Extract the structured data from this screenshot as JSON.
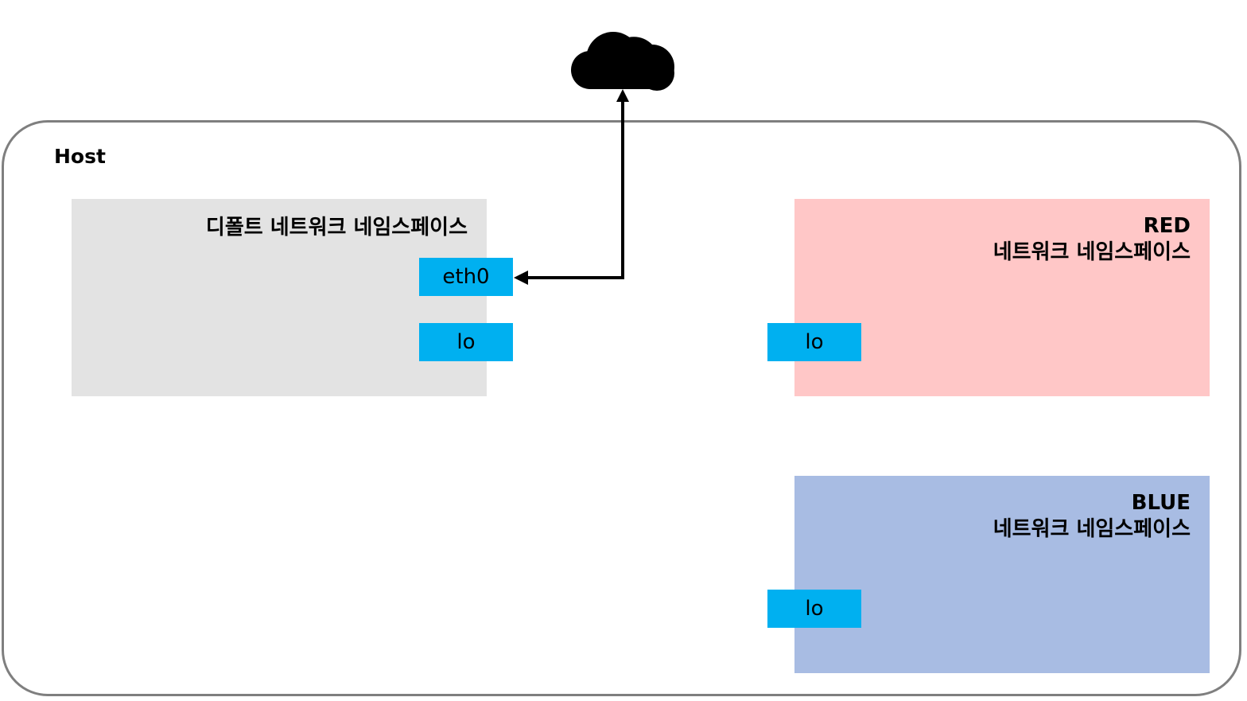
{
  "host": {
    "label": "Host"
  },
  "namespaces": {
    "default": {
      "title": "디폴트 네트워크 네임스페이스",
      "color": "#e3e3e3",
      "interfaces": [
        "eth0",
        "lo"
      ]
    },
    "red": {
      "title_line1": "RED",
      "title_line2": "네트워크 네임스페이스",
      "color": "#ffc7c7",
      "interfaces": [
        "lo"
      ]
    },
    "blue": {
      "title_line1": "BLUE",
      "title_line2": "네트워크 네임스페이스",
      "color": "#a8bce3",
      "interfaces": [
        "lo"
      ]
    }
  },
  "interface_color": "#00b0f0",
  "connections": [
    {
      "from": "eth0",
      "to": "cloud-icon",
      "bidirectional": true
    }
  ],
  "icons": [
    "cloud-icon"
  ]
}
